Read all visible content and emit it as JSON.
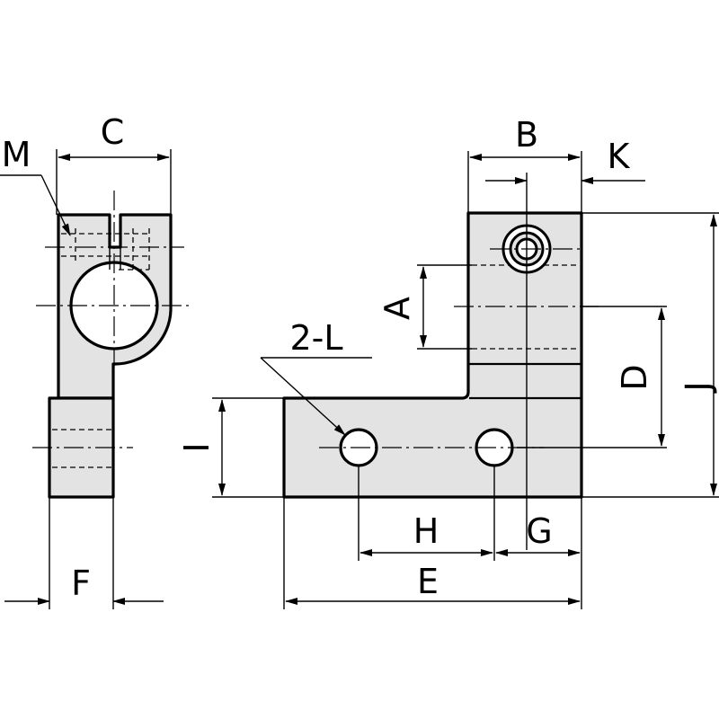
{
  "labels": {
    "M": "M",
    "C": "C",
    "F": "F",
    "B": "B",
    "K": "K",
    "A": "A",
    "two_L": "2-L",
    "D": "D",
    "J": "J",
    "I": "I",
    "H": "H",
    "G": "G",
    "E": "E"
  },
  "colors": {
    "part_fill": "#e3e3e3",
    "line": "#000000",
    "background": "#ffffff"
  }
}
